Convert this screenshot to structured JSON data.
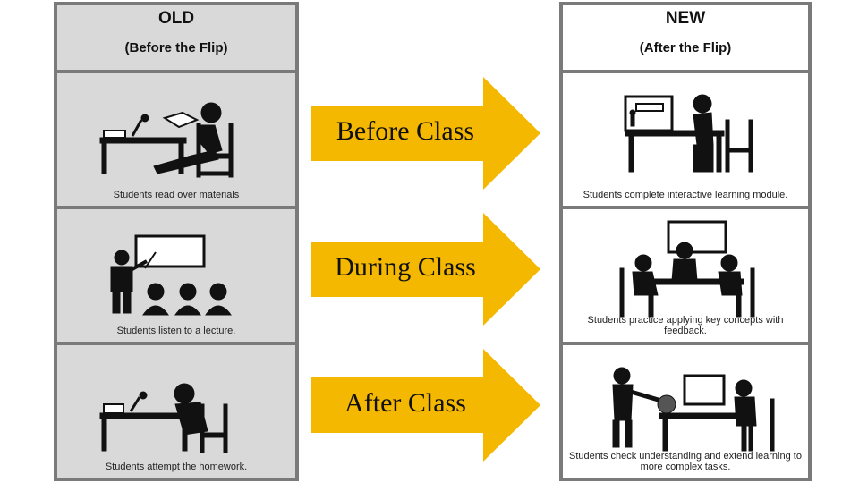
{
  "colors": {
    "arrow": "#f5b800",
    "old_bg": "#d9d9d9",
    "new_bg": "#ffffff",
    "frame": "#7a7a7a"
  },
  "old": {
    "title": "OLD",
    "subtitle": "(Before the Flip)",
    "panels": [
      {
        "caption": "Students read over materials",
        "icon": "student-reading-icon"
      },
      {
        "caption": "Students listen to a lecture.",
        "icon": "lecture-icon"
      },
      {
        "caption": "Students attempt the homework.",
        "icon": "student-homework-icon"
      }
    ]
  },
  "new": {
    "title": "NEW",
    "subtitle": "(After the Flip)",
    "panels": [
      {
        "caption": "Students complete interactive learning module.",
        "icon": "student-computer-icon"
      },
      {
        "caption": "Students practice applying key concepts with feedback.",
        "icon": "group-work-icon"
      },
      {
        "caption": "Students check understanding and extend learning to more complex tasks.",
        "icon": "teacher-globe-icon"
      }
    ]
  },
  "arrows": [
    {
      "label": "Before Class"
    },
    {
      "label": "During Class"
    },
    {
      "label": "After Class"
    }
  ]
}
